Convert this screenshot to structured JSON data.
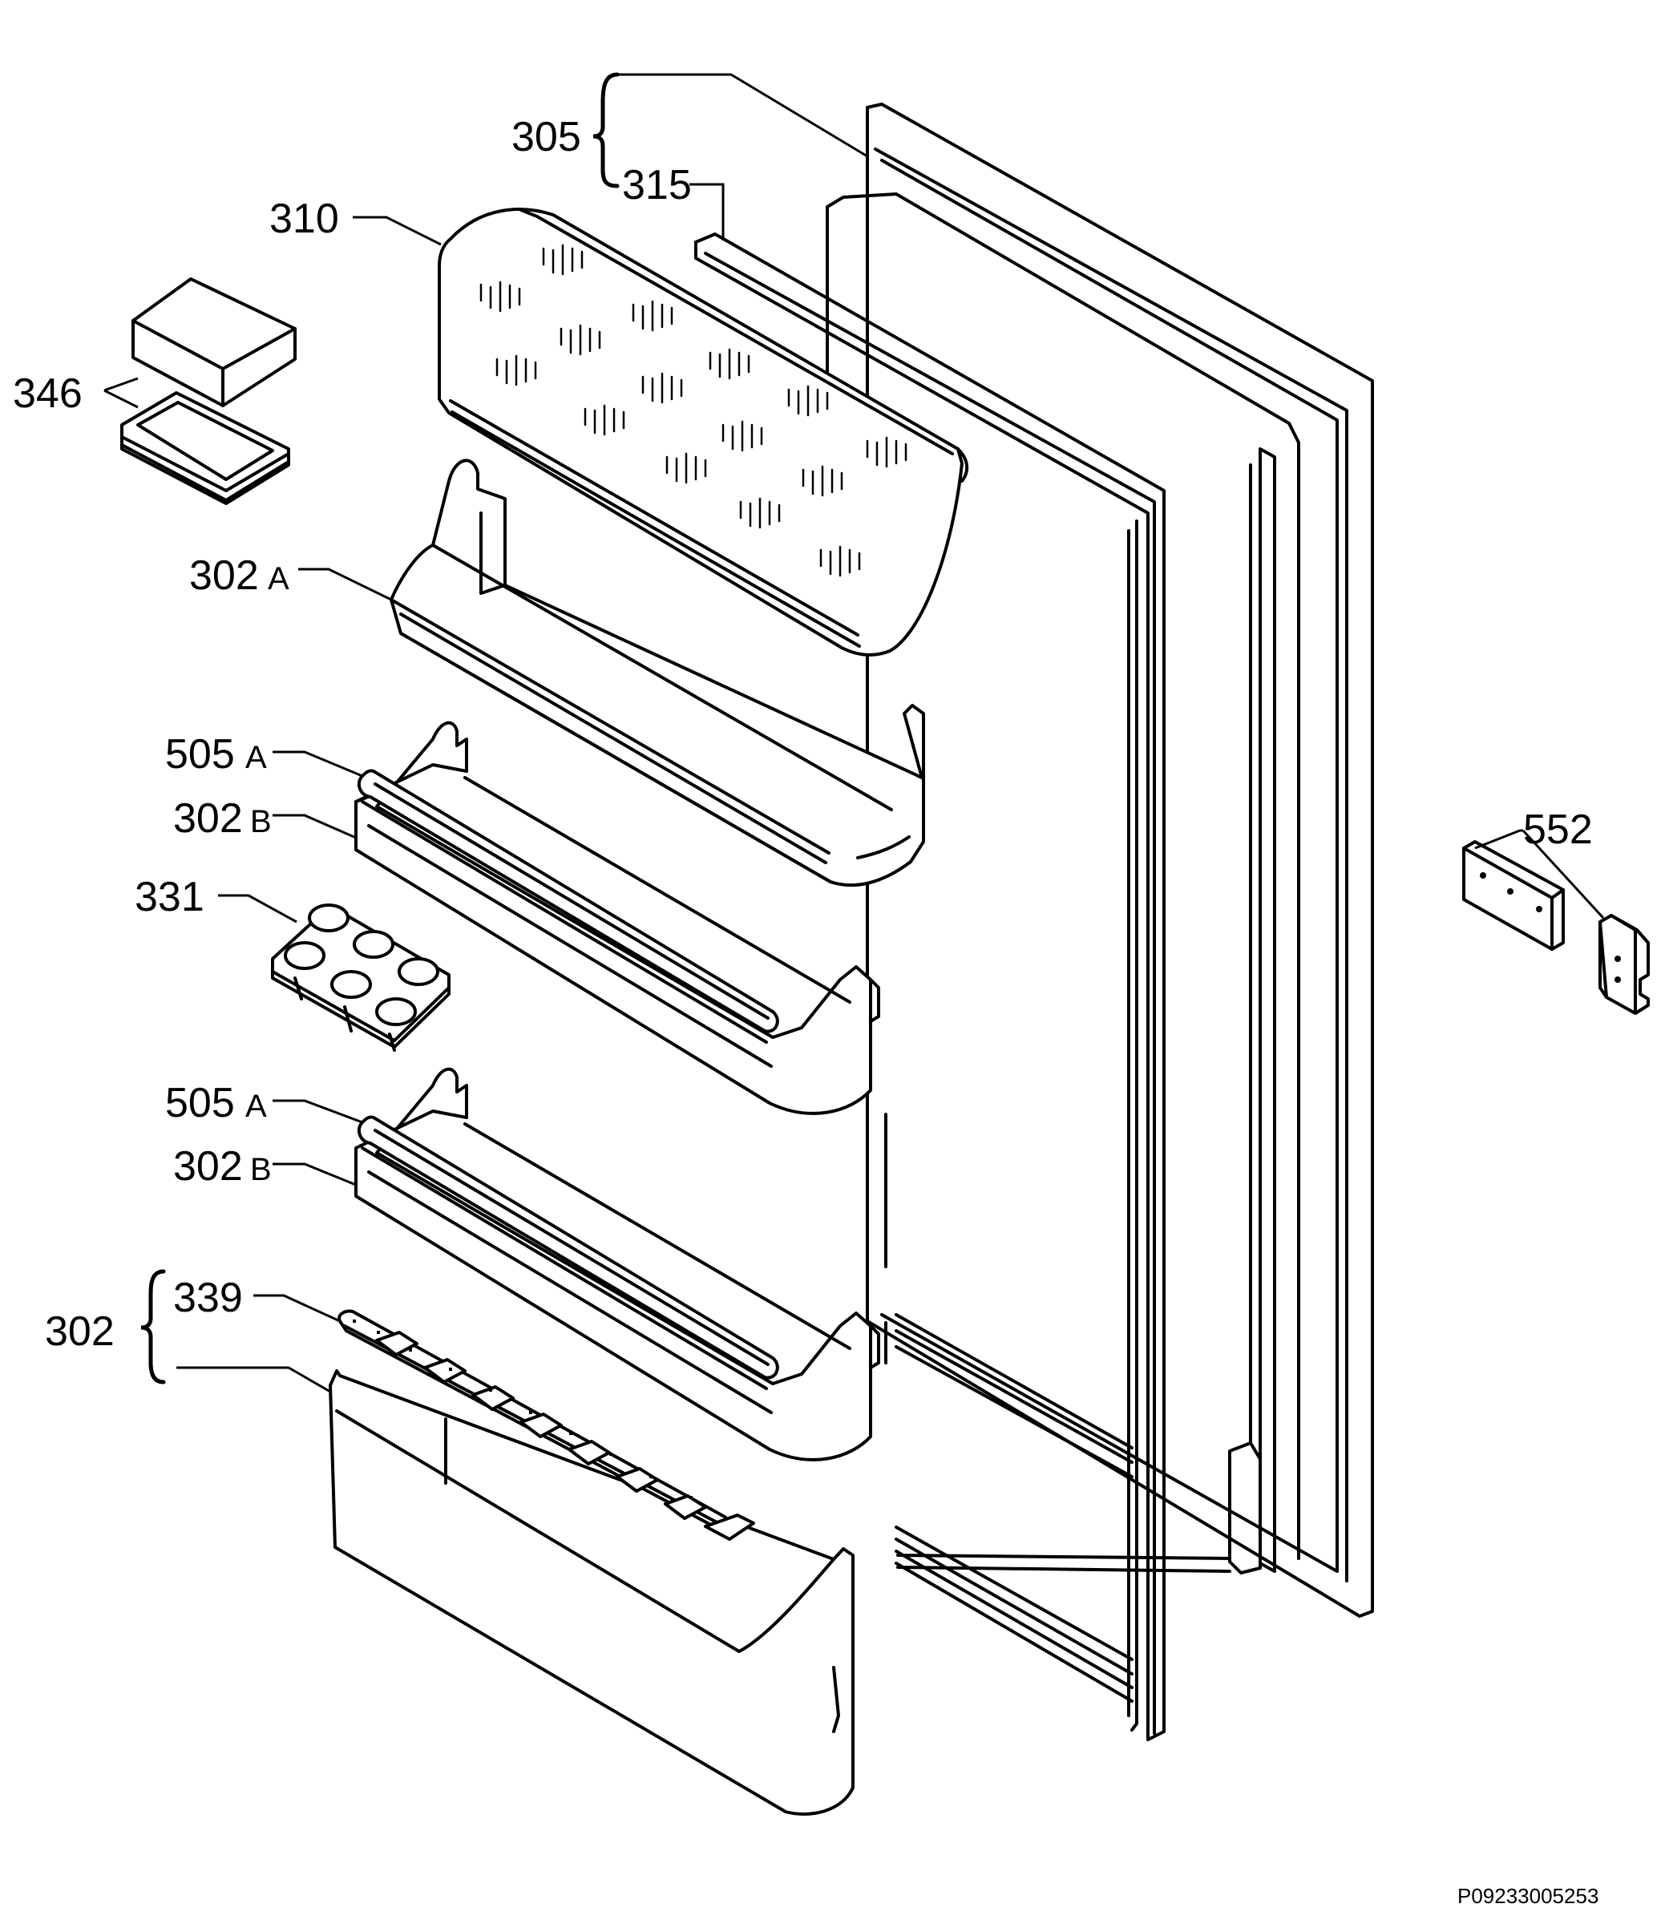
{
  "labels": {
    "l305": "305",
    "l315": "315",
    "l310": "310",
    "l346": "346",
    "l302a_num": "302",
    "l302a_suffix": "A",
    "l505a1_num": "505",
    "l505a1_suffix": "A",
    "l302b1_num": "302",
    "l302b1_suffix": "B",
    "l331": "331",
    "l505a2_num": "505",
    "l505a2_suffix": "A",
    "l302b2_num": "302",
    "l302b2_suffix": "B",
    "l339": "339",
    "l302": "302",
    "l552": "552"
  },
  "drawing_code": "P09233005253"
}
